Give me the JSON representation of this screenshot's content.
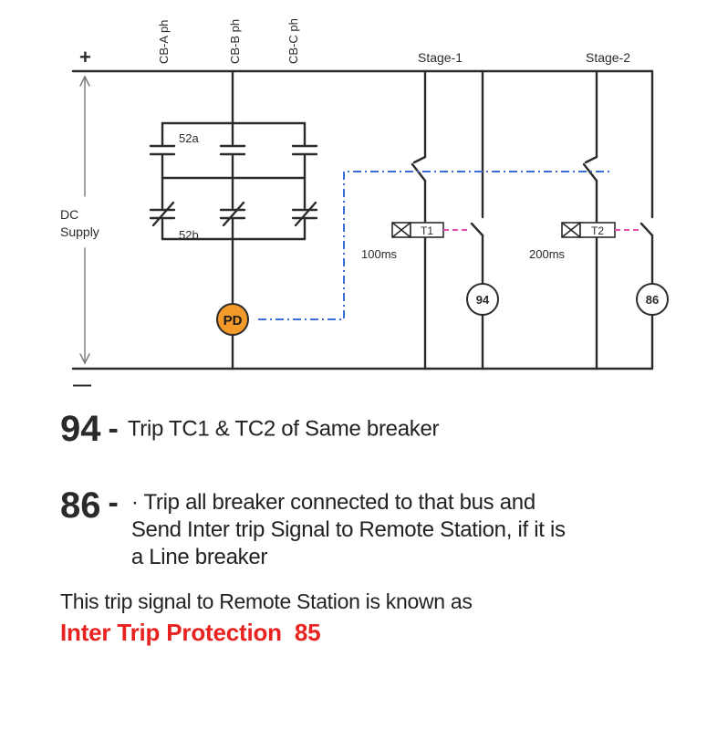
{
  "diagram": {
    "polarity_plus": "+",
    "polarity_minus": "—",
    "phase_labels": [
      "CB-A ph",
      "CB-B ph",
      "CB-C ph"
    ],
    "stage_labels": [
      "Stage-1",
      "Stage-2"
    ],
    "contact_label_a": "52a",
    "contact_label_b": "52b",
    "supply_label_line1": "DC",
    "supply_label_line2": "Supply",
    "pd_label": "PD",
    "timer1_label": "T1",
    "timer2_label": "T2",
    "timer1_delay": "100ms",
    "timer2_delay": "200ms",
    "relay1_label": "94",
    "relay2_label": "86",
    "colors": {
      "wire": "#2b2b2b",
      "pd_fill": "#f39a2a",
      "control_dashdot": "#3b6fd6",
      "timer_link": "#e24fa8"
    }
  },
  "legend": {
    "item94": {
      "code": "94",
      "dash": "-",
      "text": "Trip TC1 & TC2 of Same breaker"
    },
    "item86": {
      "code": "86",
      "dash": "-",
      "lines": [
        "· Trip all breaker connected to that bus and",
        "Send Inter trip Signal to Remote Station, if it is",
        "a Line breaker"
      ]
    }
  },
  "note": {
    "text": "This trip signal to Remote Station is known as",
    "highlight_text": "Inter Trip Protection",
    "highlight_code": "85"
  }
}
